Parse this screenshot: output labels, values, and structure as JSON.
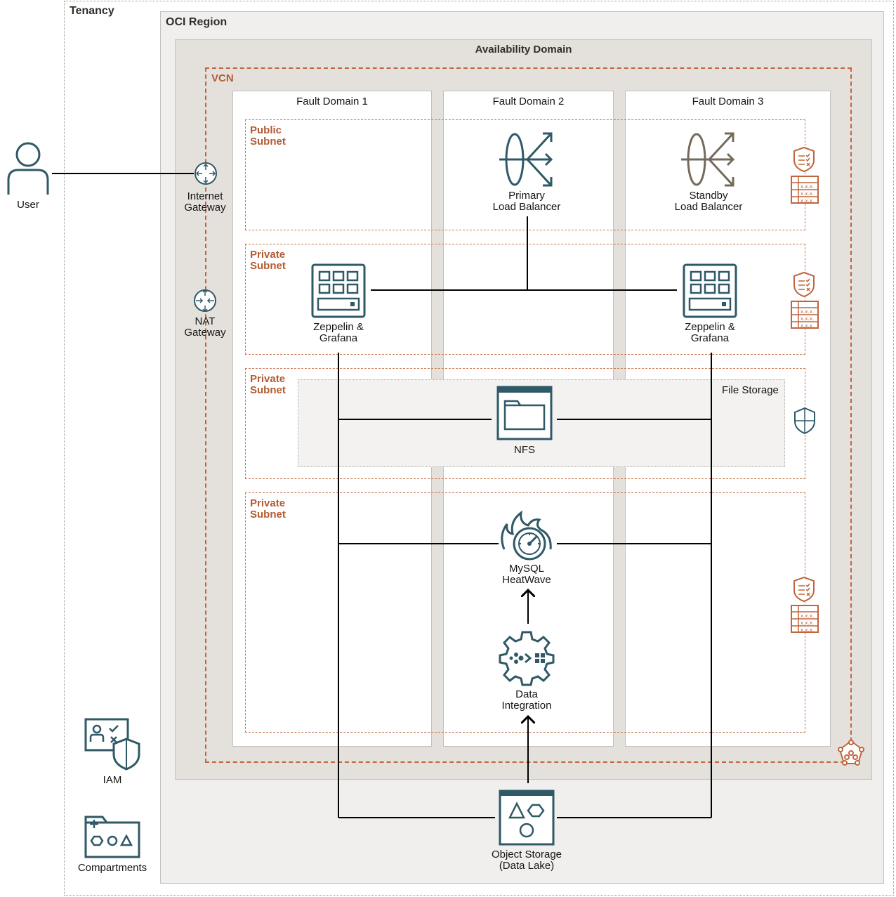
{
  "containers": {
    "tenancy": "Tenancy",
    "region": "OCI Region",
    "availability_domain": "Availability Domain",
    "vcn": "VCN",
    "file_storage": "File Storage"
  },
  "fault_domains": [
    "Fault Domain 1",
    "Fault Domain 2",
    "Fault Domain 3"
  ],
  "subnets": {
    "public": [
      "Public",
      "Subnet"
    ],
    "private_app": [
      "Private",
      "Subnet"
    ],
    "private_storage": [
      "Private",
      "Subnet"
    ],
    "private_db": [
      "Private",
      "Subnet"
    ]
  },
  "nodes": {
    "user": "User",
    "internet_gateway": [
      "Internet",
      "Gateway"
    ],
    "nat_gateway": [
      "NAT",
      "Gateway"
    ],
    "primary_lb": [
      "Primary",
      "Load Balancer"
    ],
    "standby_lb": [
      "Standby",
      "Load Balancer"
    ],
    "zeppelin_1": [
      "Zeppelin &",
      "Grafana"
    ],
    "zeppelin_2": [
      "Zeppelin &",
      "Grafana"
    ],
    "nfs": "NFS",
    "mysql": [
      "MySQL",
      "HeatWave"
    ],
    "data_integration": [
      "Data",
      "Integration"
    ],
    "object_storage": [
      "Object Storage",
      "(Data Lake)"
    ],
    "iam": "IAM",
    "compartments": "Compartments"
  },
  "colors": {
    "teal": "#2f5966",
    "olive": "#736a5c",
    "orange": "#c0653d",
    "line": "#000000"
  }
}
